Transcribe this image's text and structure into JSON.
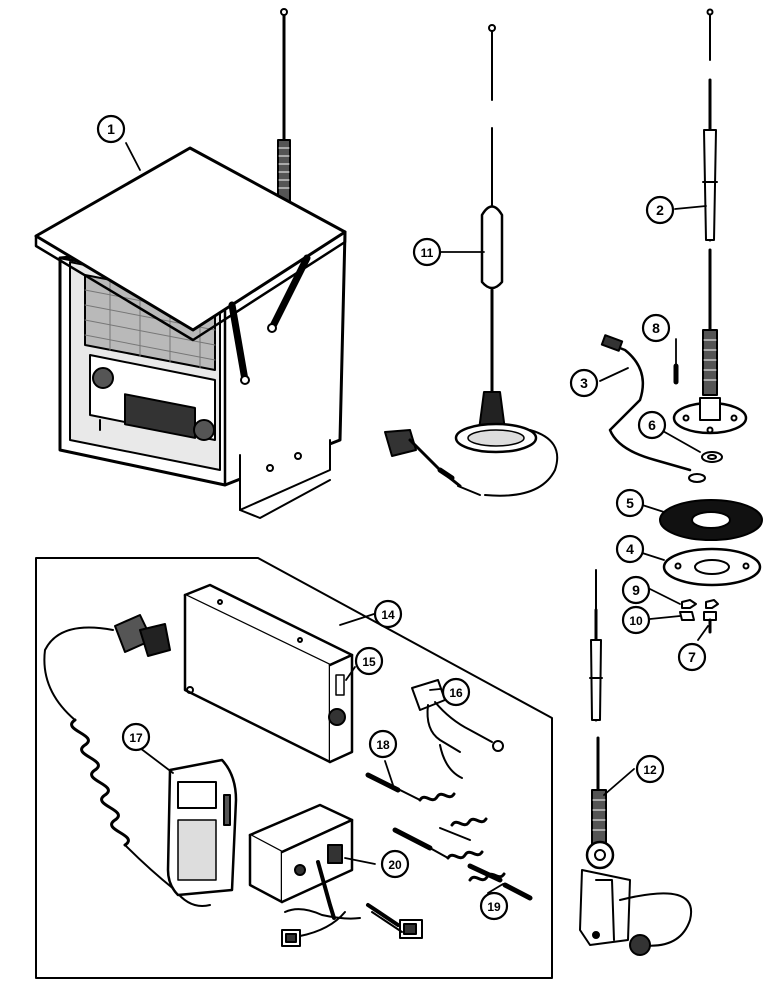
{
  "callouts": [
    {
      "id": "c1",
      "label": "1"
    },
    {
      "id": "c2",
      "label": "2"
    },
    {
      "id": "c3",
      "label": "3"
    },
    {
      "id": "c4",
      "label": "4"
    },
    {
      "id": "c5",
      "label": "5"
    },
    {
      "id": "c6",
      "label": "6"
    },
    {
      "id": "c7",
      "label": "7"
    },
    {
      "id": "c8",
      "label": "8"
    },
    {
      "id": "c9",
      "label": "9"
    },
    {
      "id": "c10",
      "label": "10"
    },
    {
      "id": "c11",
      "label": "11"
    },
    {
      "id": "c12",
      "label": "12"
    },
    {
      "id": "c14",
      "label": "14"
    },
    {
      "id": "c15",
      "label": "15"
    },
    {
      "id": "c16",
      "label": "16"
    },
    {
      "id": "c17",
      "label": "17"
    },
    {
      "id": "c18",
      "label": "18"
    },
    {
      "id": "c19",
      "label": "19"
    },
    {
      "id": "c20",
      "label": "20"
    }
  ],
  "colors": {
    "ink": "#000000",
    "paper": "#ffffff",
    "shade": "#cfcfcf",
    "dark": "#3a3a3a"
  }
}
